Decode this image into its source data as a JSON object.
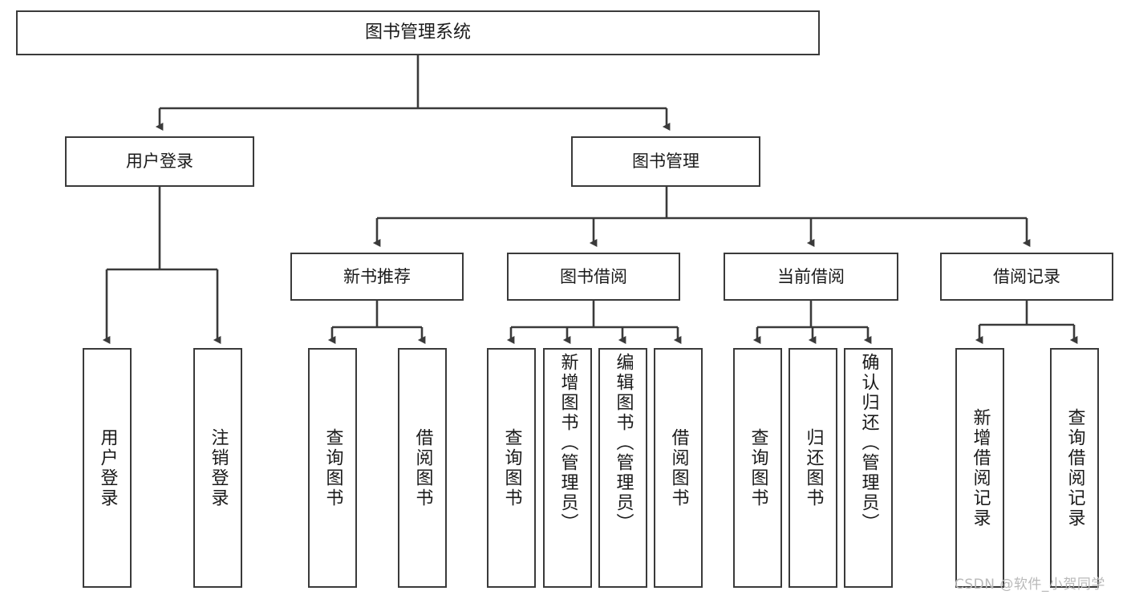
{
  "diagram": {
    "title": "图书管理系统",
    "type": "hierarchy-tree",
    "colors": {
      "box_border": "#3a3a3a",
      "box_fill": "#ffffff",
      "edge": "#3a3a3a",
      "text": "#1a1a1a",
      "watermark": "#b9b9b9",
      "background": "#ffffff"
    },
    "nodes": {
      "root": {
        "label": "图书管理系统"
      },
      "level2": [
        {
          "id": "user-login",
          "label": "用户登录"
        },
        {
          "id": "book-management",
          "label": "图书管理"
        }
      ],
      "level3": [
        {
          "id": "new-book-recommend",
          "label": "新书推荐"
        },
        {
          "id": "book-borrow",
          "label": "图书借阅"
        },
        {
          "id": "current-borrow",
          "label": "当前借阅"
        },
        {
          "id": "borrow-record",
          "label": "借阅记录"
        }
      ],
      "leaves_user_login": [
        {
          "id": "leaf-user-login",
          "label": "用户登录"
        },
        {
          "id": "leaf-logout-login",
          "label": "注销登录"
        }
      ],
      "leaves_new_book_recommend": [
        {
          "id": "leaf-query-book-1",
          "label": "查询图书"
        },
        {
          "id": "leaf-borrow-book-1",
          "label": "借阅图书"
        }
      ],
      "leaves_book_borrow": [
        {
          "id": "leaf-query-book-2",
          "label": "查询图书"
        },
        {
          "id": "leaf-add-book-admin",
          "label": "新增图书（管理员）"
        },
        {
          "id": "leaf-edit-book-admin",
          "label": "编辑图书（管理员）"
        },
        {
          "id": "leaf-borrow-book-2",
          "label": "借阅图书"
        }
      ],
      "leaves_current_borrow": [
        {
          "id": "leaf-query-book-3",
          "label": "查询图书"
        },
        {
          "id": "leaf-return-book",
          "label": "归还图书"
        },
        {
          "id": "leaf-confirm-return-admin",
          "label": "确认归还（管理员）"
        }
      ],
      "leaves_borrow_record": [
        {
          "id": "leaf-add-borrow-record",
          "label": "新增借阅记录"
        },
        {
          "id": "leaf-query-borrow-record",
          "label": "查询借阅记录"
        }
      ]
    },
    "watermark": "CSDN @软件_小贺同学"
  }
}
